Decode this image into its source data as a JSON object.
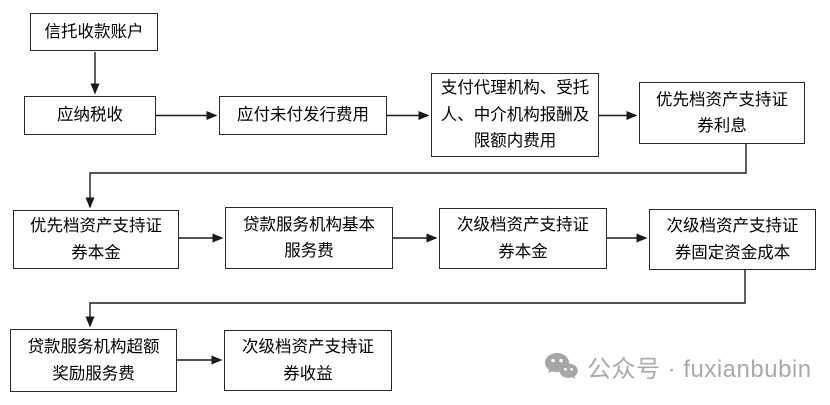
{
  "page": {
    "background": "#ffffff",
    "line_color": "#1a1a1a",
    "box_border_color": "#2a2a2a"
  },
  "diagram": {
    "nodes": {
      "trust_account": {
        "label": "信托收款账户"
      },
      "taxes": {
        "label": "应纳税收"
      },
      "issuance_costs": {
        "label": "应付未付发行费用"
      },
      "agency_fees": {
        "label": "支付代理机构、受托\n人、中介机构报酬及\n限额内费用"
      },
      "senior_interest": {
        "label": "优先档资产支持证\n券利息"
      },
      "senior_principal": {
        "label": "优先档资产支持证\n券本金"
      },
      "servicer_base_fee": {
        "label": "贷款服务机构基本\n服务费"
      },
      "sub_principal": {
        "label": "次级档资产支持证\n券本金"
      },
      "sub_fixed_cost": {
        "label": "次级档资产支持证\n券固定资金成本"
      },
      "servicer_excess_fee": {
        "label": "贷款服务机构超额\n奖励服务费"
      },
      "sub_earnings": {
        "label": "次级档资产支持证\n券收益"
      }
    }
  },
  "footer": {
    "icon": "wechat-icon",
    "icon_color": "#a6a6a6",
    "text": "公众号 · fuxianbubin",
    "text_color": "#a9a9a9"
  }
}
